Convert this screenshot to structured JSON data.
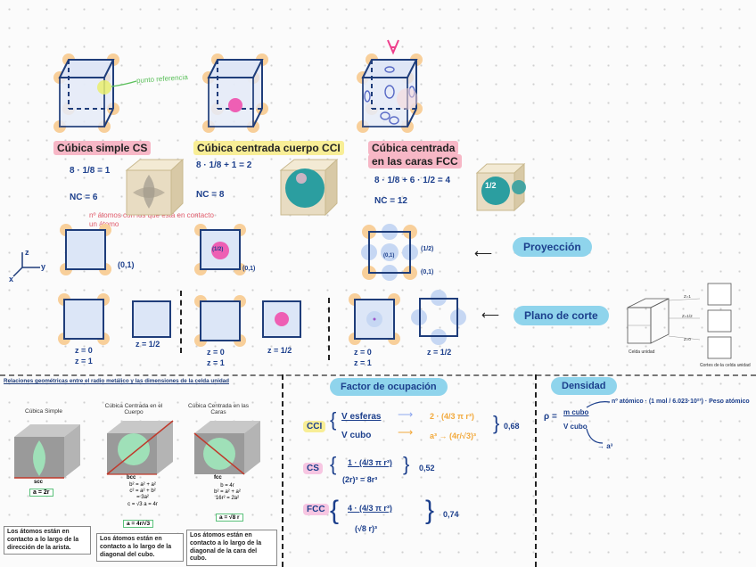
{
  "structures": {
    "cs": {
      "label": "Cúbica simple CS",
      "formula": "8 · 1/8 = 1",
      "nc": "NC = 6",
      "ref_note": "punto referencia",
      "nc_note": "nº átomos con los que está en contacto un átomo"
    },
    "cci": {
      "label": "Cúbica centrada cuerpo CCI",
      "formula": "8 · 1/8 + 1 = 2",
      "nc": "NC = 8"
    },
    "fcc": {
      "label_1": "Cúbica centrada",
      "label_2": "en las caras FCC",
      "formula": "8 · 1/8 + 6 · 1/2 = 4",
      "nc": "NC = 12",
      "half": "1/2"
    }
  },
  "axes": {
    "x": "x",
    "y": "y",
    "z": "z"
  },
  "projection": {
    "label": "Proyección",
    "cs_coord": "(0,1)",
    "cci_center": "(1/2)",
    "cci_coord": "(0,1)",
    "fcc_center": "(0,1)",
    "fcc_half": "(1/2)",
    "fcc_coord": "(0,1)"
  },
  "cut_plane": {
    "label": "Plano de corte",
    "cs_a": [
      "z = 0",
      "z = 1"
    ],
    "cs_b": "z = 1/2",
    "cci_a": [
      "z = 0",
      "z = 1"
    ],
    "cci_b": "z = 1/2",
    "fcc_a": [
      "z = 0",
      "z = 1"
    ],
    "fcc_b": "z = 1/2",
    "ref_cell": "Celda unidad",
    "ref_cuts": "Cortes de la celda unidad",
    "ref_z": [
      "Z=1",
      "Z=1/2",
      "Z=0"
    ]
  },
  "geometry": {
    "title": "Relaciones geométricas entre el radio metálico y las dimensiones de la celda unidad",
    "cells": [
      {
        "title": "Cúbica Simple",
        "tag": "scc",
        "rel": "a = 2r",
        "caption": "Los átomos están en contacto a lo largo de la dirección de la arista."
      },
      {
        "title": "Cúbica Centrada en el Cuerpo",
        "tag": "bcc",
        "rel_lines": [
          "b² = a² + a²",
          "c² = a² + b²",
          "= 3a²",
          "c = √3 a = 4r"
        ],
        "rel": "a = 4r/√3",
        "caption": "Los átomos están en contacto a lo largo de la diagonal del cubo."
      },
      {
        "title": "Cúbica Centrada en las Caras",
        "tag": "fcc",
        "rel_lines": [
          "b = 4r",
          "b² = a² + a²",
          "16r² = 2a²"
        ],
        "rel": "a = √8 r",
        "caption": "Los átomos están en contacto a lo largo de la diagonal de la cara del cubo."
      }
    ]
  },
  "packing": {
    "title": "Factor de ocupación",
    "cci": {
      "tag": "CCI",
      "num": "V esferas",
      "den": "V cubo",
      "rhs_num": "2 · (4/3 π r³)",
      "rhs_den": "a³ → (4r/√3)³",
      "value": "0,68"
    },
    "cs": {
      "tag": "CS",
      "num": "1 · (4/3 π r³)",
      "den": "(2r)³ = 8r³",
      "value": "0,52"
    },
    "fcc": {
      "tag": "FCC",
      "num": "4 · (4/3 π r³)",
      "den": "(√8 r)³",
      "value": "0,74"
    }
  },
  "density": {
    "title": "Densidad",
    "rho": "ρ =",
    "num": "m cubo",
    "den": "V cubo",
    "arrow_top": "nº atómico · (1 mol / 6.023·10²³) · Peso atómico",
    "arrow_bottom": "→ a³"
  },
  "colors": {
    "atom": "#f8cf9a",
    "edge": "#1f3d7a",
    "pink": "#f7b7c6",
    "yellow": "#f8ee96",
    "blue": "#8fd4ec",
    "proj": "#c6d7f3"
  }
}
